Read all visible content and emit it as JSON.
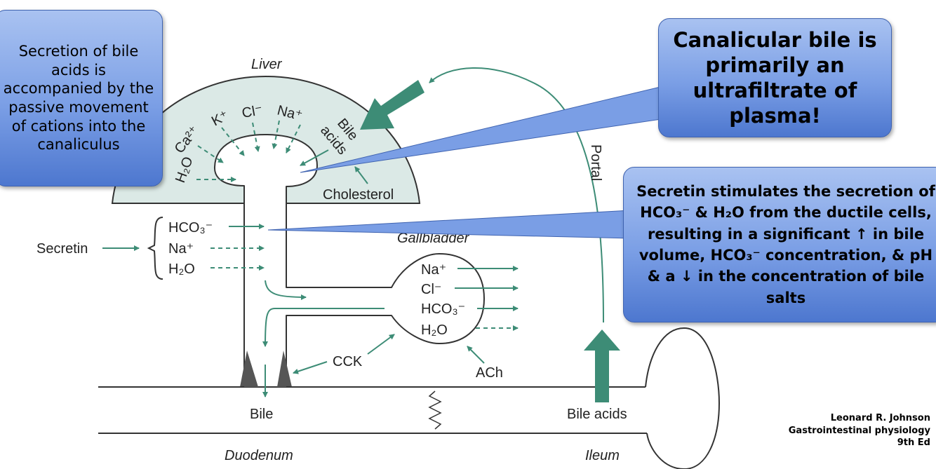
{
  "diagram": {
    "liver_label": "Liver",
    "bile_acids_liver_line1": "Bile",
    "bile_acids_liver_line2": "acids",
    "cholesterol": "Cholesterol",
    "portal_label": "Portal",
    "secretin": "Secretin",
    "ion_h2o_liver": "H₂O",
    "ion_ca": "Ca²⁺",
    "ion_k": "K⁺",
    "ion_cl": "Cl⁻",
    "ion_na": "Na⁺",
    "duct_hco3": "HCO₃⁻",
    "duct_na": "Na⁺",
    "duct_h2o": "H₂O",
    "gallbladder_label": "Gallbladder",
    "gb_na": "Na⁺",
    "gb_cl": "Cl⁻",
    "gb_hco3": "HCO₃⁻",
    "gb_h2o": "H₂O",
    "cck": "CCK",
    "ach": "ACh",
    "bile": "Bile",
    "bile_acids_ileum": "Bile acids",
    "duodenum": "Duodenum",
    "ileum": "Ileum"
  },
  "callouts": {
    "c1": "Secretion of bile acids is accompanied by the passive movement of cations into the canaliculus",
    "c2": "Canalicular bile is primarily an ultrafiltrate of plasma!",
    "c3": "Secretin stimulates the secretion of HCO₃⁻ & H₂O from the ductile cells, resulting in a significant ↑ in bile volume, HCO₃⁻ concentration, & pH & a ↓ in the concentration of bile salts"
  },
  "citation": {
    "line1": "Leonard R. Johnson",
    "line2": "Gastrointestinal physiology",
    "line3": "9th Ed"
  },
  "colors": {
    "teal": "#3d8c76",
    "liver_fill": "#dbe9e6",
    "callout_blue": "#7a9ee5"
  }
}
